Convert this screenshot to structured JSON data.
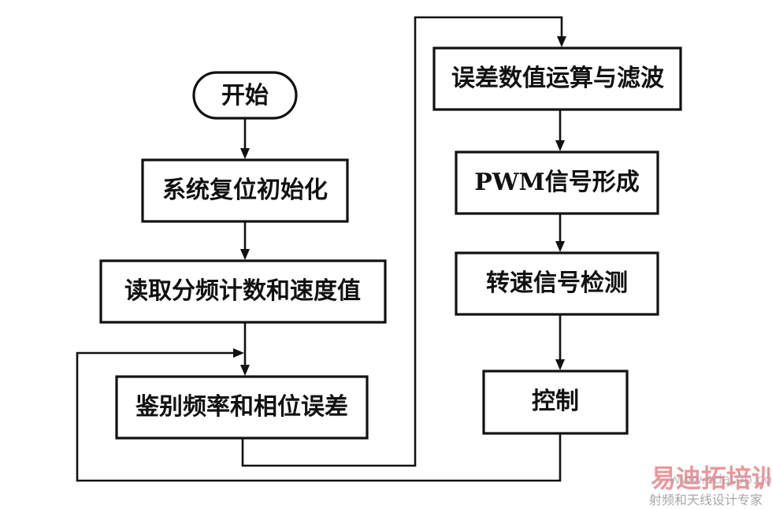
{
  "nodes": {
    "start": "开始",
    "reset": "系统复位初始化",
    "read": "读取分频计数和速度值",
    "identify": "鉴别频率和相位误差",
    "compute": "误差数值运算与滤波",
    "pwm": "PWM信号形成",
    "detect": "转速信号检测",
    "control": "控制"
  },
  "watermark": {
    "brand": "易迪拓培训",
    "url": "www.edatop.com",
    "tagline": "射频和天线设计专家"
  }
}
